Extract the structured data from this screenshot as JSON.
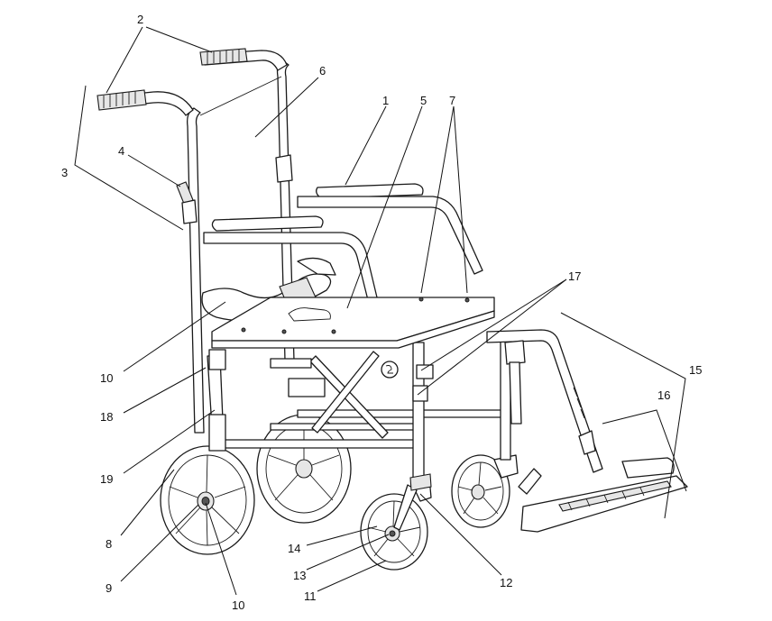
{
  "diagram": {
    "callouts": [
      "1",
      "2",
      "3",
      "4",
      "5",
      "6",
      "7",
      "10",
      "18",
      "19",
      "8",
      "9",
      "10",
      "14",
      "13",
      "11",
      "12",
      "17",
      "15",
      "16"
    ]
  },
  "colors": {
    "line": "#1a1a1a",
    "background": "#ffffff",
    "label": "#111111"
  }
}
